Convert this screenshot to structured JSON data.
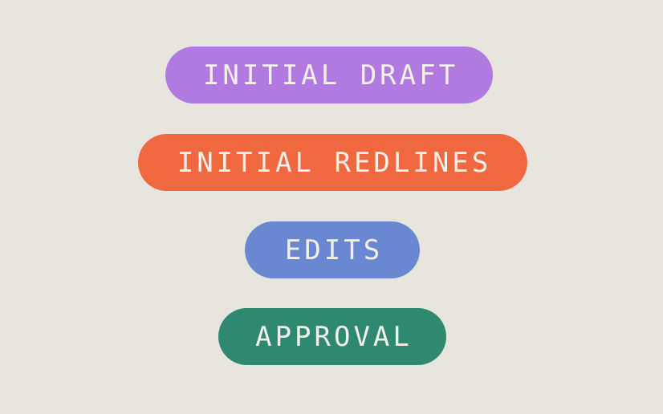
{
  "stages": [
    {
      "label": "INITIAL DRAFT",
      "color": "#b07ae0"
    },
    {
      "label": "INITIAL REDLINES",
      "color": "#f06840"
    },
    {
      "label": "EDITS",
      "color": "#6a87d2"
    },
    {
      "label": "APPROVAL",
      "color": "#2f8870"
    }
  ],
  "background": "#e8e5df",
  "text_color": "#f3efe9"
}
